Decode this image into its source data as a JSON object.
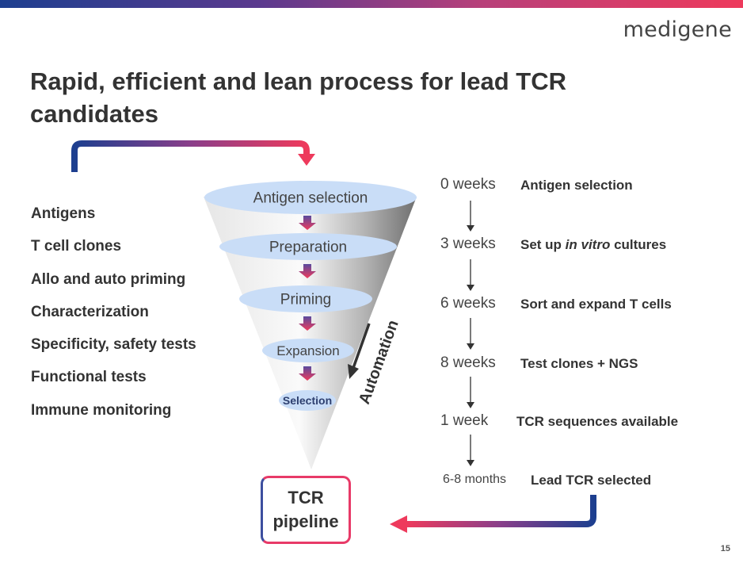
{
  "logo": "medigene",
  "title": "Rapid, efficient and lean process for lead TCR candidates",
  "left_items": [
    "Antigens",
    "T cell clones",
    "Allo and auto priming",
    "Characterization",
    "Specificity, safety tests",
    "Functional tests",
    "Immune monitoring"
  ],
  "funnel": {
    "stages": [
      "Antigen selection",
      "Preparation",
      "Priming",
      "Expansion",
      "Selection"
    ],
    "automation_label": "Automation"
  },
  "timeline": [
    {
      "time": "0 weeks",
      "desc_parts": [
        {
          "text": "Antigen selection"
        }
      ]
    },
    {
      "time": "3 weeks",
      "desc_parts": [
        {
          "text": "Set up "
        },
        {
          "text": "in vitro",
          "italic": true
        },
        {
          "text": " cultures"
        }
      ]
    },
    {
      "time": "6 weeks",
      "desc_parts": [
        {
          "text": "Sort and expand T cells"
        }
      ]
    },
    {
      "time": "8 weeks",
      "desc_parts": [
        {
          "text": "Test clones + NGS"
        }
      ]
    },
    {
      "time": "1 week",
      "desc_parts": [
        {
          "text": "TCR sequences available"
        }
      ]
    },
    {
      "time": "6-8 months",
      "desc_parts": [
        {
          "text": "Lead TCR selected"
        }
      ]
    }
  ],
  "pipeline_box": {
    "line1": "TCR",
    "line2": "pipeline"
  },
  "page_number": "15",
  "colors": {
    "accent_blue": "#1d3f8f",
    "accent_pink": "#ee3a5c",
    "stage_fill": "#c9ddf7"
  }
}
